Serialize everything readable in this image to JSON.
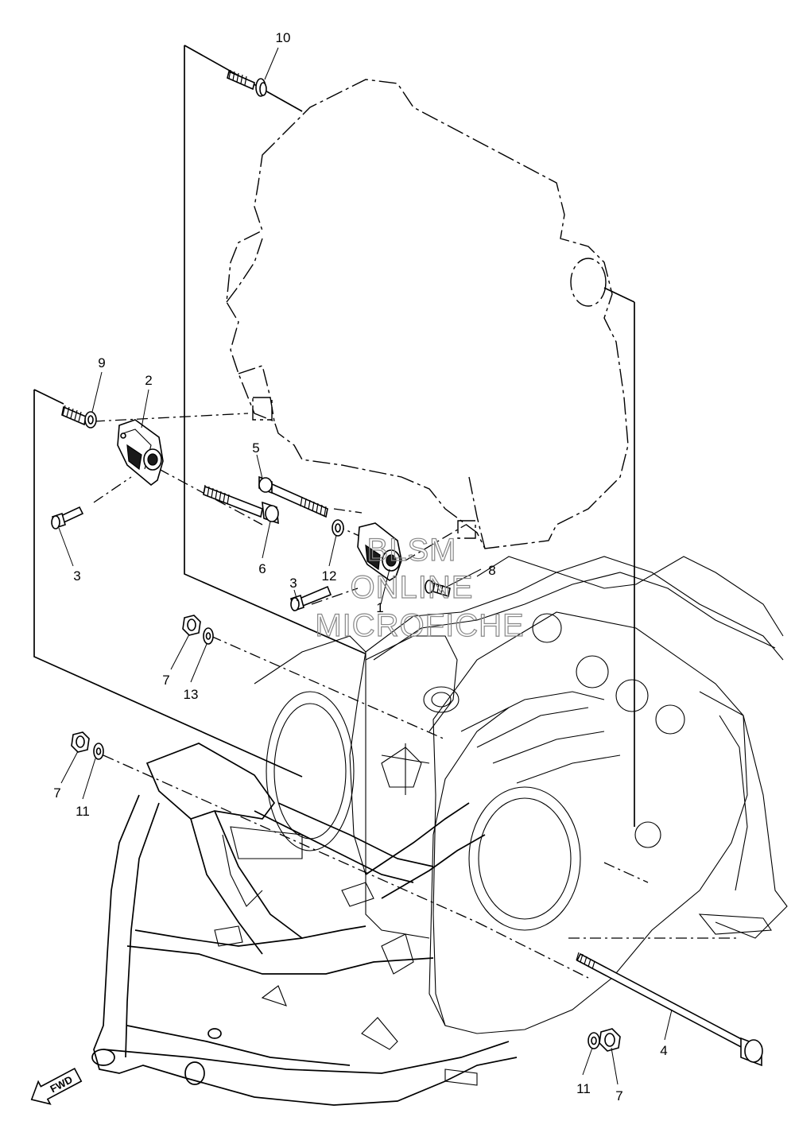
{
  "callouts": [
    {
      "id": "c10",
      "text": "10"
    },
    {
      "id": "c9",
      "text": "9"
    },
    {
      "id": "c2",
      "text": "2"
    },
    {
      "id": "c3a",
      "text": "3"
    },
    {
      "id": "c6",
      "text": "6"
    },
    {
      "id": "c5",
      "text": "5"
    },
    {
      "id": "c12",
      "text": "12"
    },
    {
      "id": "c8",
      "text": "8"
    },
    {
      "id": "c3b",
      "text": "3"
    },
    {
      "id": "c1",
      "text": "1"
    },
    {
      "id": "c7a",
      "text": "7"
    },
    {
      "id": "c13",
      "text": "13"
    },
    {
      "id": "c7b",
      "text": "7"
    },
    {
      "id": "c11a",
      "text": "11"
    },
    {
      "id": "c4",
      "text": "4"
    },
    {
      "id": "c11b",
      "text": "11"
    },
    {
      "id": "c7c",
      "text": "7"
    }
  ],
  "watermark": {
    "line1": "BLSM",
    "line2": "ONLINE",
    "line3": "MICROFICHE"
  },
  "fwd_arrow": {
    "label": "FWD"
  }
}
